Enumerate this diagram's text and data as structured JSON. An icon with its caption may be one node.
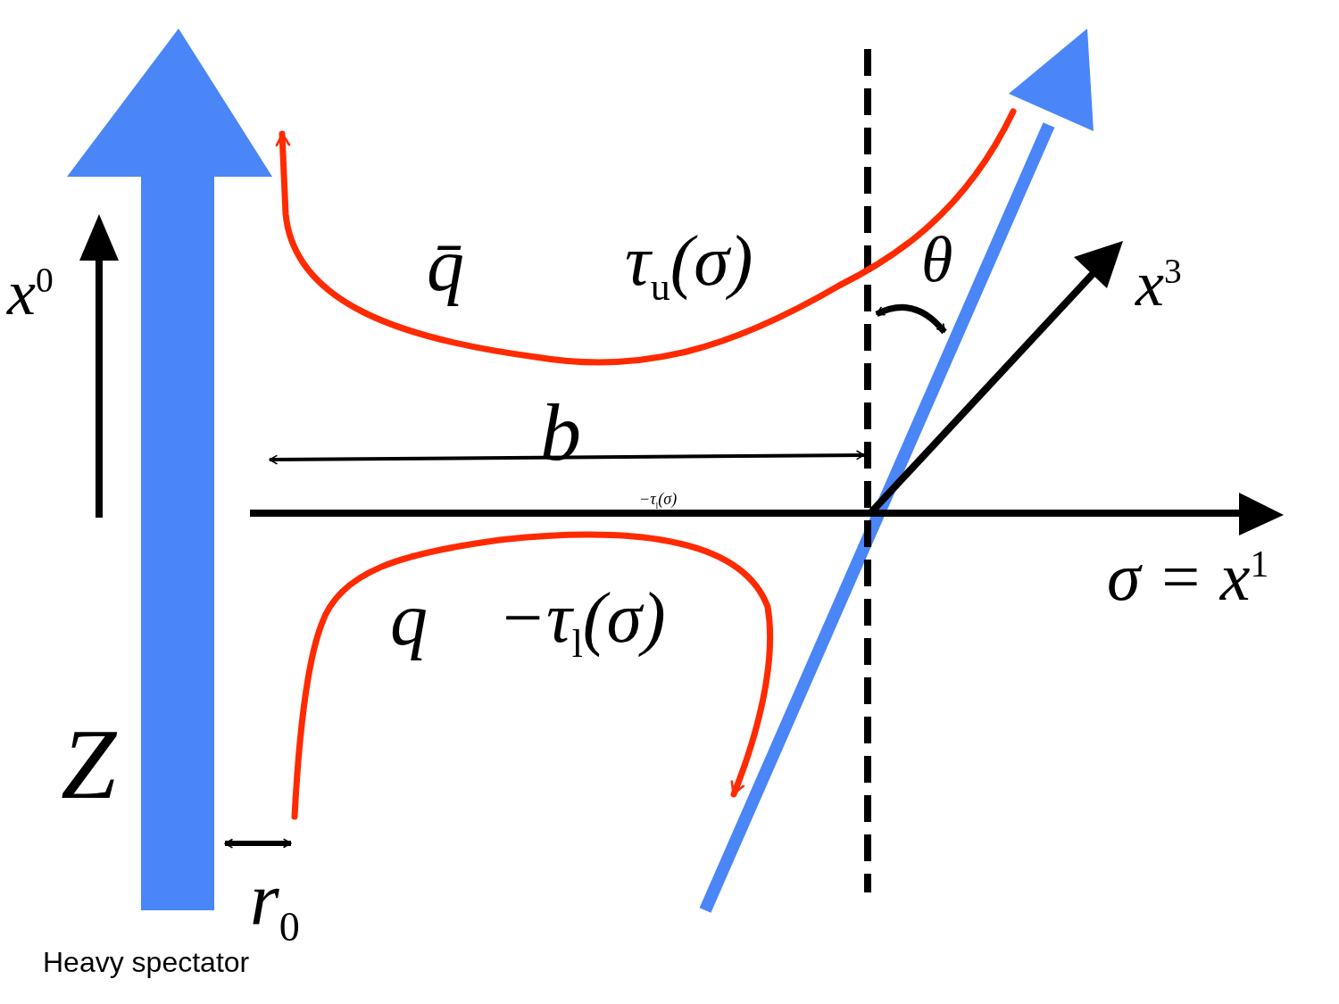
{
  "diagram": {
    "labels": [
      "θ",
      "q̄",
      "τ$_{u}$(σ)",
      "x$^{3}$",
      "x$^{0}$",
      "b",
      "−τ$_{l}$(σ)",
      "σ = x$^{1}$",
      "q",
      "−τ$_{l}$(σ)",
      "Z",
      "r$_{0}$",
      "Heavy spectator"
    ]
  }
}
